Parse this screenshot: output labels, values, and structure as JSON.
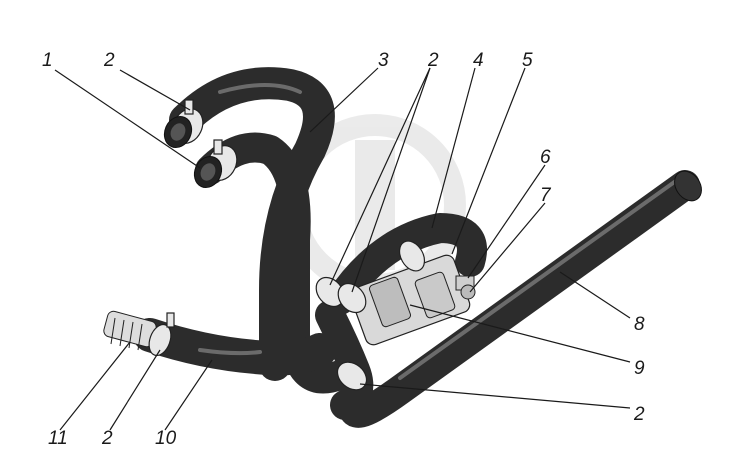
{
  "callouts": [
    {
      "id": "c1",
      "text": "1"
    },
    {
      "id": "c2a",
      "text": "2"
    },
    {
      "id": "c3",
      "text": "3"
    },
    {
      "id": "c2b",
      "text": "2"
    },
    {
      "id": "c4",
      "text": "4"
    },
    {
      "id": "c5",
      "text": "5"
    },
    {
      "id": "c6",
      "text": "6"
    },
    {
      "id": "c7",
      "text": "7"
    },
    {
      "id": "c8",
      "text": "8"
    },
    {
      "id": "c9",
      "text": "9"
    },
    {
      "id": "c2c",
      "text": "2"
    },
    {
      "id": "c11",
      "text": "11"
    },
    {
      "id": "c2d",
      "text": "2"
    },
    {
      "id": "c10",
      "text": "10"
    }
  ],
  "colors": {
    "hose": "#2c2c2c",
    "clamp": "#e8e8e8",
    "background": "#ffffff"
  }
}
